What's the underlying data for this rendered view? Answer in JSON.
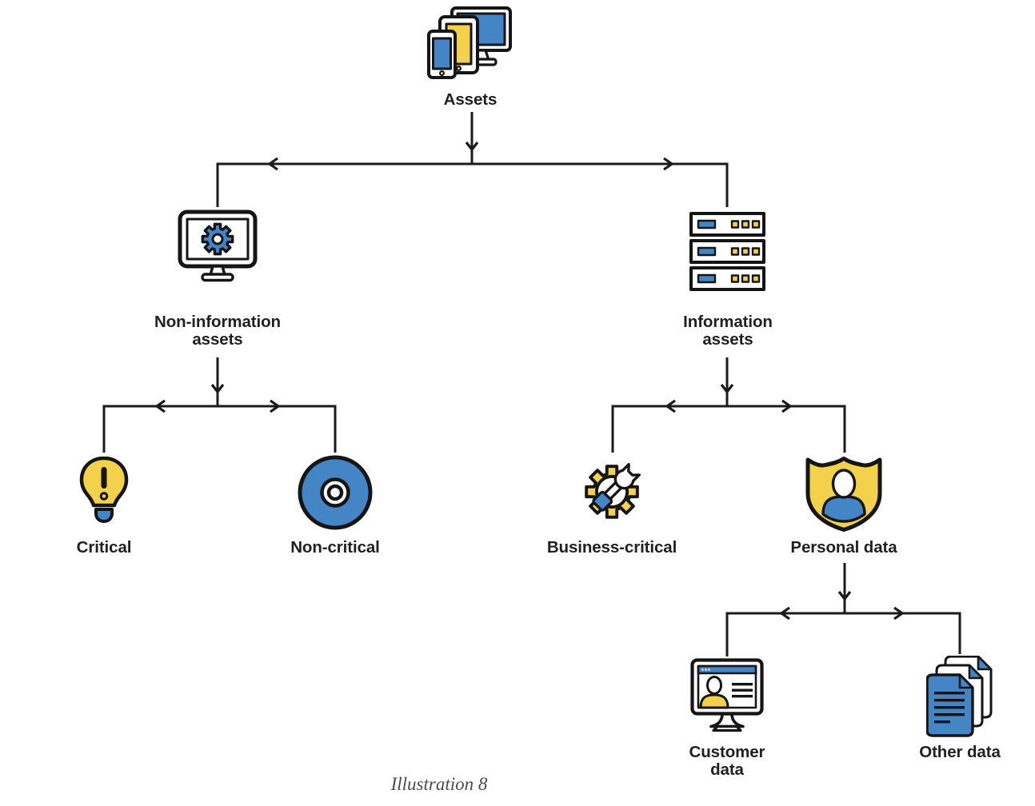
{
  "tree": {
    "label": "Assets",
    "icon": "devices-icon",
    "children": [
      {
        "label": "Non-information\nassets",
        "icon": "monitor-gear-icon",
        "children": [
          {
            "label": "Critical",
            "icon": "lightbulb-icon"
          },
          {
            "label": "Non-critical",
            "icon": "disc-icon"
          }
        ]
      },
      {
        "label": "Information\nassets",
        "icon": "server-stack-icon",
        "children": [
          {
            "label": "Business-critical",
            "icon": "gear-wrench-icon"
          },
          {
            "label": "Personal data",
            "icon": "shield-user-icon",
            "children": [
              {
                "label": "Customer\ndata",
                "icon": "monitor-user-icon"
              },
              {
                "label": "Other data",
                "icon": "documents-icon"
              }
            ]
          }
        ]
      }
    ]
  },
  "caption": {
    "text": "Illustration 8"
  },
  "colors": {
    "accent_blue": "#4486C5",
    "accent_yellow": "#F4D14B",
    "outline_black": "#1B1B1B",
    "caption_gray": "#4B4B4F",
    "background": "#FFFFFF"
  }
}
